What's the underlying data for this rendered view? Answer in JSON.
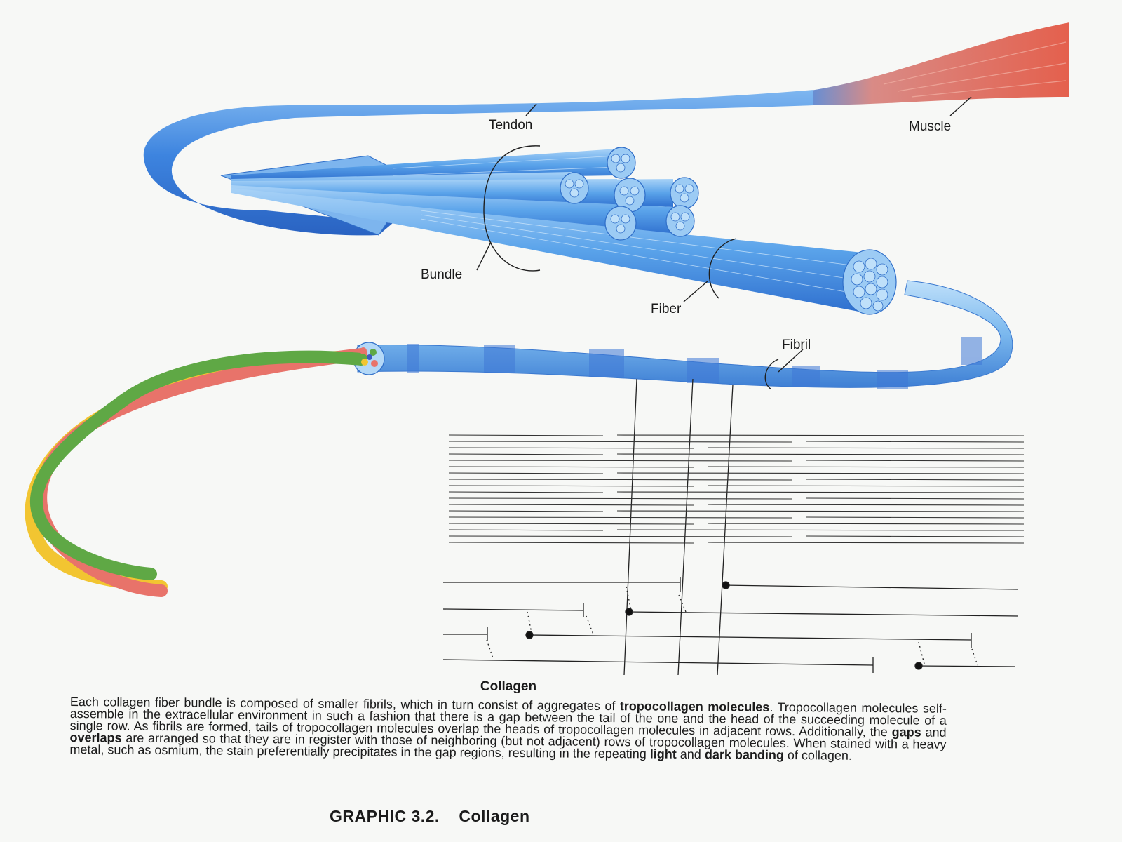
{
  "labels": {
    "tendon": "Tendon",
    "muscle": "Muscle",
    "bundle": "Bundle",
    "fiber": "Fiber",
    "fibril": "Fibril"
  },
  "caption": {
    "heading": "Collagen",
    "parts": [
      {
        "text": "Each collagen fiber bundle is composed of smaller fibrils, which in turn consist of aggregates of ",
        "bold": false
      },
      {
        "text": "tropocollagen molecules",
        "bold": true
      },
      {
        "text": ". Tropocollagen molecules self-assemble in the extracellular environment in such a fashion that there is a gap between the tail of the one and the head of the succeeding molecule of a single row. As fibrils are formed, tails of tropocollagen molecules overlap the heads of tropocollagen molecules in adjacent rows. Additionally, the ",
        "bold": false
      },
      {
        "text": "gaps",
        "bold": true
      },
      {
        "text": " and ",
        "bold": false
      },
      {
        "text": "overlaps",
        "bold": true
      },
      {
        "text": " are arranged so that they are in register with those of neighboring (but not adjacent) rows of tropocollagen molecules. When stained with a heavy metal, such as osmium, the stain preferentially precipitates in the gap regions, resulting in the repeating ",
        "bold": false
      },
      {
        "text": "light",
        "bold": true
      },
      {
        "text": " and ",
        "bold": false
      },
      {
        "text": "dark banding",
        "bold": true
      },
      {
        "text": " of collagen.",
        "bold": false
      }
    ]
  },
  "graphic_title": "GRAPHIC 3.2.    Collagen",
  "colors": {
    "tendon_blue": "#3f86e0",
    "tendon_light": "#8cc0f2",
    "muscle_red": "#e2705f",
    "helix_red": "#e8736a",
    "helix_yellow": "#f2c531",
    "helix_green": "#5fa845",
    "line": "#222222"
  }
}
